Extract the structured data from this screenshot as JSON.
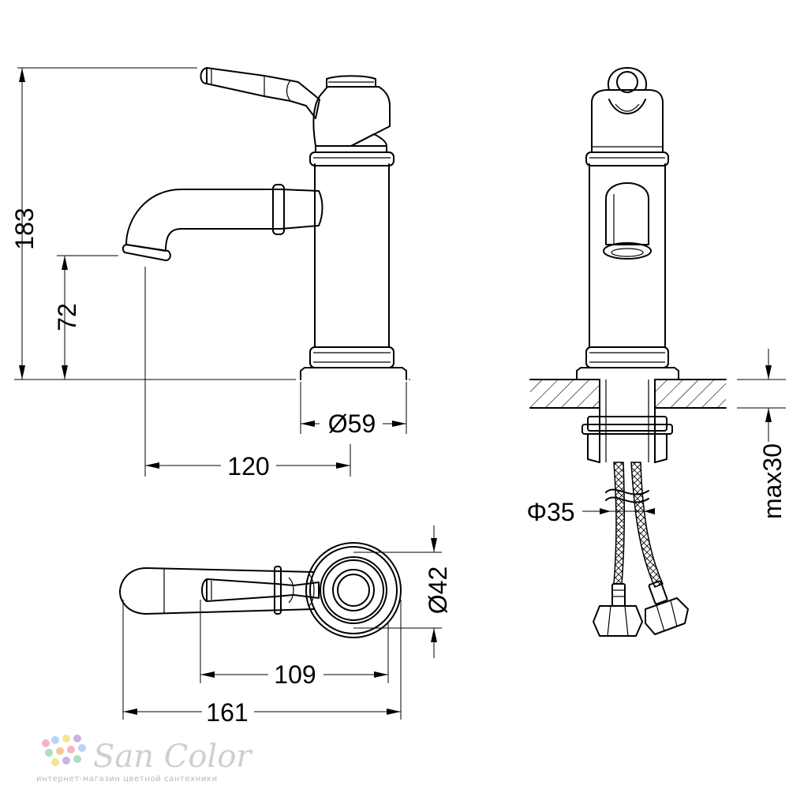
{
  "dimensions": {
    "height_total": "183",
    "spout_height": "72",
    "base_diameter": "Ø59",
    "spout_reach": "120",
    "top_diameter": "Ø42",
    "handle_length": "109",
    "total_length": "161",
    "shank_diameter": "Φ35",
    "max_deck": "max30"
  },
  "logo": {
    "name": "San Color",
    "tagline": "интернет-магазин цветной сантехники",
    "dot_colors": [
      "#f6b3c8",
      "#b6d7f2",
      "#f7e38f",
      "#c9b4ea",
      "#a8e0c0",
      "#f7c79a"
    ]
  }
}
